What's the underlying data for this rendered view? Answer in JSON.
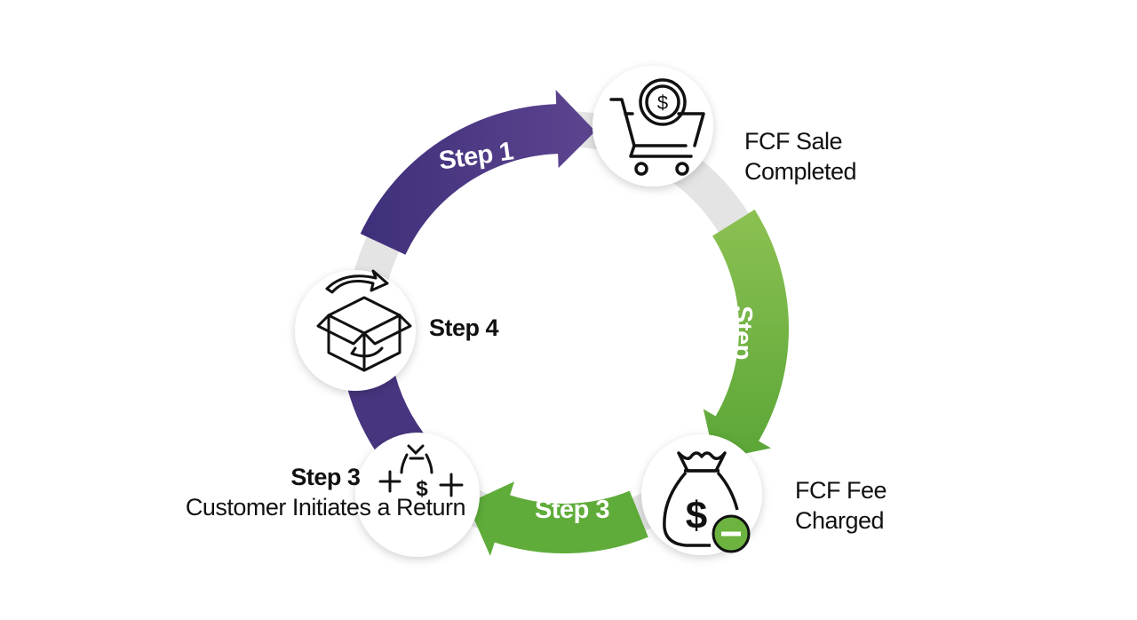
{
  "nodes": {
    "sale": {
      "line1": "FCF Sale",
      "line2": "Completed",
      "icon": "shopping-cart-dollar-icon"
    },
    "fee": {
      "line1": "FCF Fee",
      "line2": "Charged",
      "icon": "money-bag-minus-icon"
    },
    "return": {
      "line1": "Step 3",
      "line2": "Customer Initiates a Return",
      "icon": "money-bag-plus-icon"
    },
    "step4": {
      "label": "Step 4",
      "icon": "box-return-icon"
    }
  },
  "arrows": {
    "top": "Step 1",
    "right": "Step",
    "bottom": "Step 3"
  },
  "colors": {
    "purple": "#4e3a86",
    "green": "#6cb33f",
    "connector": "#e2e2e2",
    "minus_badge": "#6cb33f"
  }
}
